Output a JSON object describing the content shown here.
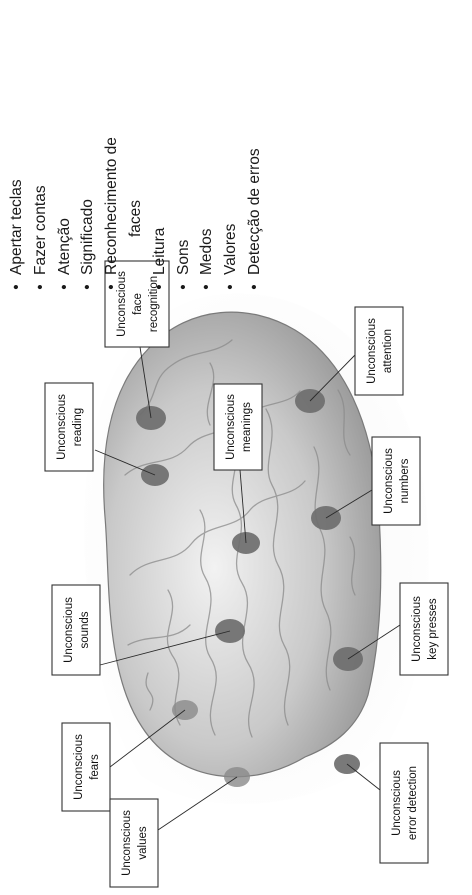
{
  "labels": {
    "error_detection": [
      "Unconscious",
      "error detection"
    ],
    "key_presses": [
      "Unconscious",
      "key presses"
    ],
    "numbers": [
      "Unconscious",
      "numbers"
    ],
    "attention": [
      "Unconscious",
      "attention"
    ],
    "meanings": [
      "Unconscious",
      "meanings"
    ],
    "face_recognition": [
      "Unconscious",
      "face",
      "recognition"
    ],
    "reading": [
      "Unconscious",
      "reading"
    ],
    "sounds": [
      "Unconscious",
      "sounds"
    ],
    "fears": [
      "Unconscious",
      "fears"
    ],
    "values": [
      "Unconscious",
      "values"
    ]
  },
  "legend_items": [
    "Apertar teclas",
    "Fazer contas",
    "Atenção",
    "Significado",
    "Reconhecimento de",
    "faces",
    "Leitura",
    "Sons",
    "Medos",
    "Valores",
    "Detecção de erros"
  ],
  "bullet_glyph": "•"
}
